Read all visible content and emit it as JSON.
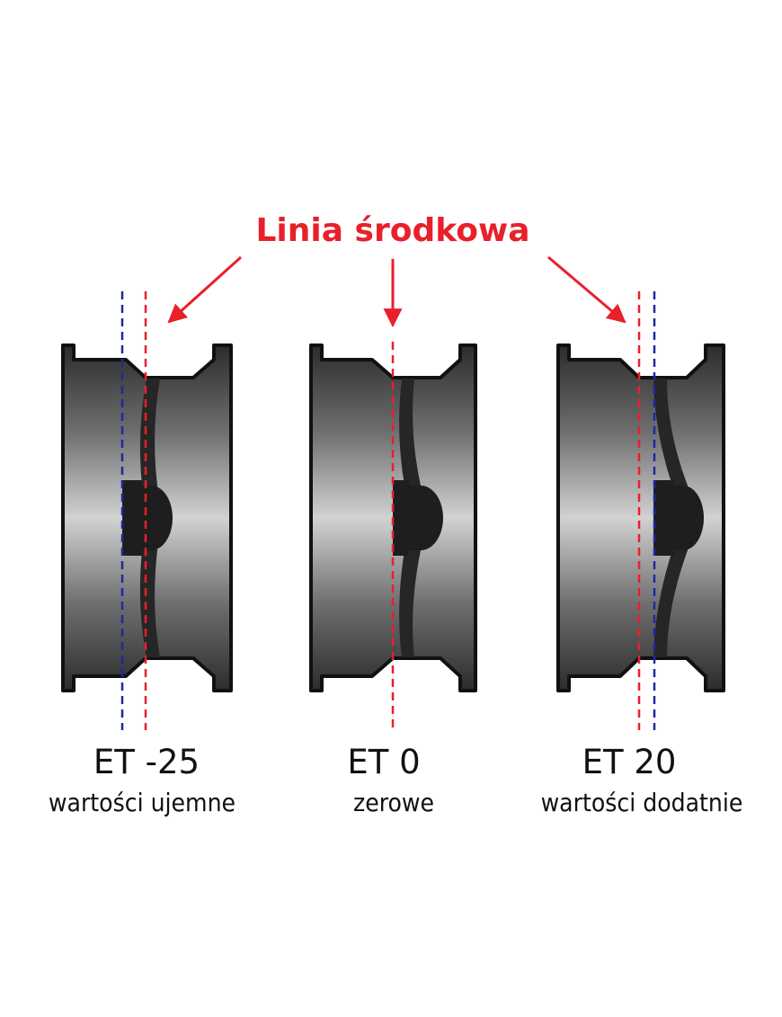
{
  "title": "Linia środkowa",
  "colors": {
    "centerline": "#e8202a",
    "mounting_line": "#1a2aa0",
    "rim_outline": "#111111",
    "hub": "#1e1e1e",
    "text": "#111111",
    "background": "#ffffff"
  },
  "wheels": [
    {
      "id": "negative",
      "et_label": "ET -25",
      "description": "wartości ujemne",
      "offset_type": "negative"
    },
    {
      "id": "zero",
      "et_label": "ET 0",
      "description": "zerowe",
      "offset_type": "zero"
    },
    {
      "id": "positive",
      "et_label": "ET 20",
      "description": "wartości dodatnie",
      "offset_type": "positive"
    }
  ]
}
